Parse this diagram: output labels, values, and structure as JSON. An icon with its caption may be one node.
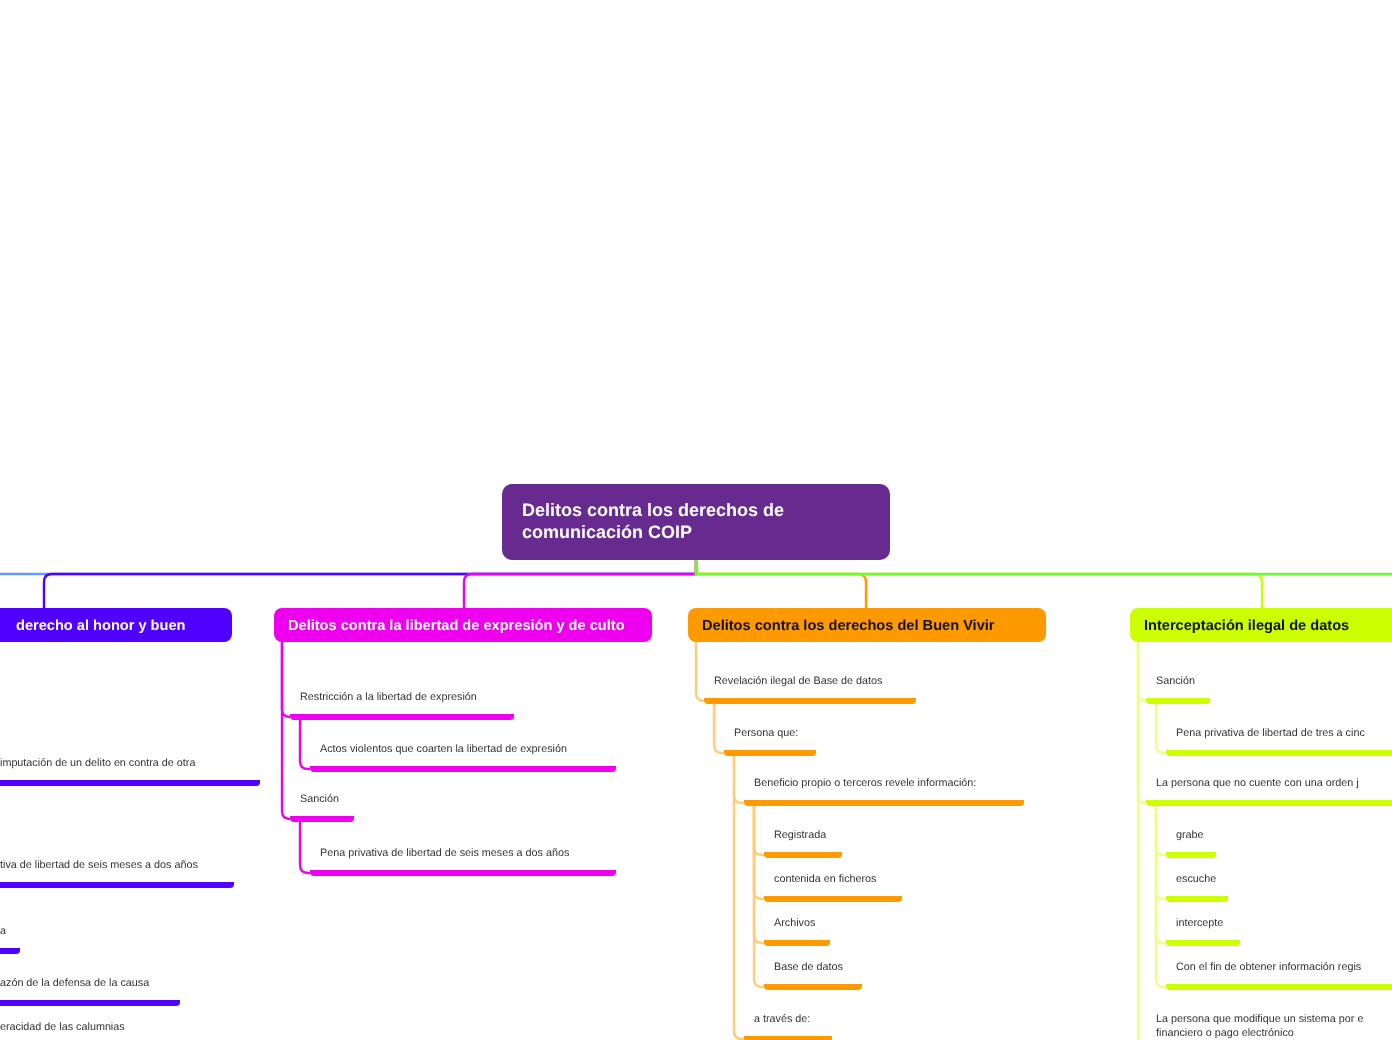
{
  "diagram": {
    "nodes": [
      {
        "text": [
          "Delitos contra los derechos de comunicación COIP"
        ]
      },
      {
        "text": [
          "derecho al honor y buen"
        ]
      },
      {
        "text": [
          "imputación de un delito en contra de otra"
        ]
      },
      {
        "text": [
          "tiva de libertad de seis meses a dos años"
        ]
      },
      {
        "text": [
          "a"
        ]
      },
      {
        "text": [
          "azón de la defensa de la causa"
        ]
      },
      {
        "text": [
          "eracidad de las calumnias"
        ]
      },
      {
        "text": [
          "Delitos contra la libertad de expresión y de culto"
        ]
      },
      {
        "text": [
          "Restricción a la libertad de expresión"
        ]
      },
      {
        "text": [
          "Actos violentos que coarten la libertad de expresión"
        ]
      },
      {
        "text": [
          "Sanción"
        ]
      },
      {
        "text": [
          "Pena privativa de libertad de seis meses a dos años"
        ]
      },
      {
        "text": [
          "Delitos contra los derechos del Buen Vivir"
        ]
      },
      {
        "text": [
          "Revelación ilegal de Base de datos"
        ]
      },
      {
        "text": [
          "Persona que:"
        ]
      },
      {
        "text": [
          "Beneficio propio o terceros revele información:"
        ]
      },
      {
        "text": [
          "Registrada"
        ]
      },
      {
        "text": [
          "contenida en ficheros"
        ]
      },
      {
        "text": [
          "Archivos"
        ]
      },
      {
        "text": [
          "Base de datos"
        ]
      },
      {
        "text": [
          "a través de:"
        ]
      },
      {
        "text": [
          "Interceptación ilegal de datos"
        ]
      },
      {
        "text": [
          "Sanción"
        ]
      },
      {
        "text": [
          "Pena privativa de libertad de tres a cinc"
        ]
      },
      {
        "text": [
          "La persona que no cuente con una orden j"
        ]
      },
      {
        "text": [
          "grabe"
        ]
      },
      {
        "text": [
          "escuche"
        ]
      },
      {
        "text": [
          "intercepte"
        ]
      },
      {
        "text": [
          "Con el fin de obtener información regis"
        ]
      },
      {
        "text": [
          "La persona que modifique un sistema por e financiero o pago electrónico"
        ]
      }
    ],
    "edges": [
      {
        "from": 0,
        "to": null,
        "arrow": "none",
        "color": "#6699ff"
      },
      {
        "from": 0,
        "to": 1,
        "arrow": "none",
        "color": "#5000ff"
      },
      {
        "from": 0,
        "to": 7,
        "arrow": "none",
        "color": "#ee00ee"
      },
      {
        "from": 0,
        "to": 12,
        "arrow": "none",
        "color": "#ff9900"
      },
      {
        "from": 0,
        "to": 21,
        "arrow": "none",
        "color": "#ccff00"
      },
      {
        "from": 0,
        "to": null,
        "arrow": "none",
        "color": "#66ff33"
      },
      {
        "from": 7,
        "to": 8,
        "arrow": "none",
        "color": "#ee00ee"
      },
      {
        "from": 8,
        "to": 9,
        "arrow": "none",
        "color": "#ee00ee"
      },
      {
        "from": 7,
        "to": 10,
        "arrow": "none",
        "color": "#ee00ee"
      },
      {
        "from": 10,
        "to": 11,
        "arrow": "none",
        "color": "#ee00ee"
      },
      {
        "from": 12,
        "to": 13,
        "arrow": "none",
        "color": "#ffcc77"
      },
      {
        "from": 13,
        "to": 14,
        "arrow": "none",
        "color": "#ffcc77"
      },
      {
        "from": 14,
        "to": 15,
        "arrow": "none",
        "color": "#ffcc77"
      },
      {
        "from": 15,
        "to": 16,
        "arrow": "none",
        "color": "#ffcc77"
      },
      {
        "from": 15,
        "to": 17,
        "arrow": "none",
        "color": "#ffcc77"
      },
      {
        "from": 15,
        "to": 18,
        "arrow": "none",
        "color": "#ffcc77"
      },
      {
        "from": 15,
        "to": 19,
        "arrow": "none",
        "color": "#ffcc77"
      },
      {
        "from": 14,
        "to": 20,
        "arrow": "none",
        "color": "#ffcc77"
      },
      {
        "from": 21,
        "to": 22,
        "arrow": "none",
        "color": "#eeff88"
      },
      {
        "from": 22,
        "to": 23,
        "arrow": "none",
        "color": "#eeff88"
      },
      {
        "from": 21,
        "to": 24,
        "arrow": "none",
        "color": "#eeff88"
      },
      {
        "from": 24,
        "to": 25,
        "arrow": "none",
        "color": "#eeff88"
      },
      {
        "from": 24,
        "to": 26,
        "arrow": "none",
        "color": "#eeff88"
      },
      {
        "from": 24,
        "to": 27,
        "arrow": "none",
        "color": "#eeff88"
      },
      {
        "from": 24,
        "to": 28,
        "arrow": "none",
        "color": "#eeff88"
      },
      {
        "from": 21,
        "to": 29,
        "arrow": "none",
        "color": "#eeff88"
      }
    ]
  }
}
